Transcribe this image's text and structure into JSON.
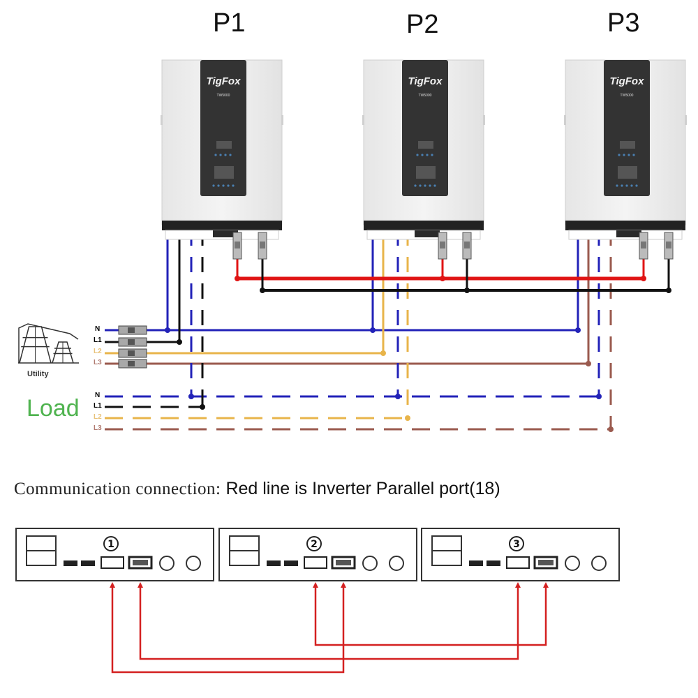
{
  "title_labels": [
    "P1",
    "P2",
    "P3"
  ],
  "inverters": [
    {
      "id": "P1",
      "brand": "TigFox",
      "model": "TW5000"
    },
    {
      "id": "P2",
      "brand": "TigFox",
      "model": "TW5000"
    },
    {
      "id": "P3",
      "brand": "TigFox",
      "model": "TW5000"
    }
  ],
  "utility": {
    "label": "Utility",
    "lines": [
      "N",
      "L1",
      "L2",
      "L3"
    ]
  },
  "load": {
    "label": "Load",
    "lines": [
      "N",
      "L1",
      "L2",
      "L3"
    ]
  },
  "wire_colors": {
    "N": "#2222b8",
    "L1": "#111111",
    "L2": "#e8b44a",
    "L3": "#9a5a4e",
    "dc_positive": "#e01414",
    "dc_negative": "#111111",
    "comm": "#d42020"
  },
  "caption": {
    "prefix": "Communication connection:",
    "text": "Red line is  Inverter Parallel port(18)"
  },
  "comm_panels": [
    {
      "number": "①"
    },
    {
      "number": "②"
    },
    {
      "number": "③"
    }
  ]
}
